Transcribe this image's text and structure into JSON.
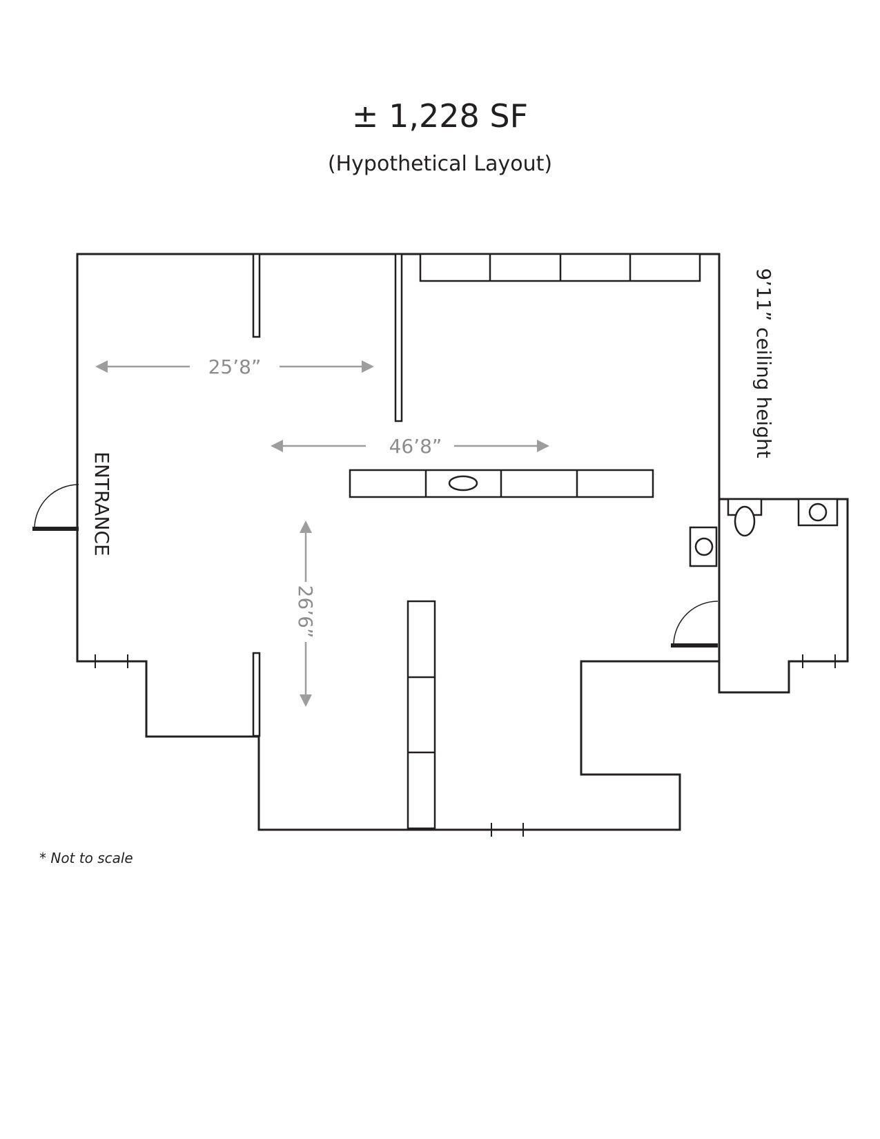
{
  "header": {
    "title": "± 1,228 SF",
    "subtitle": "(Hypothetical Layout)"
  },
  "labels": {
    "entrance": "ENTRANCE",
    "ceiling_height": "9’11” ceiling height"
  },
  "dimensions": {
    "width_left": "25’8”",
    "width_center": "46’8”",
    "depth": "26’6”"
  },
  "footnote": "* Not to scale",
  "colors": {
    "wall": "#231f20",
    "dimension": "#9d9d9d"
  }
}
